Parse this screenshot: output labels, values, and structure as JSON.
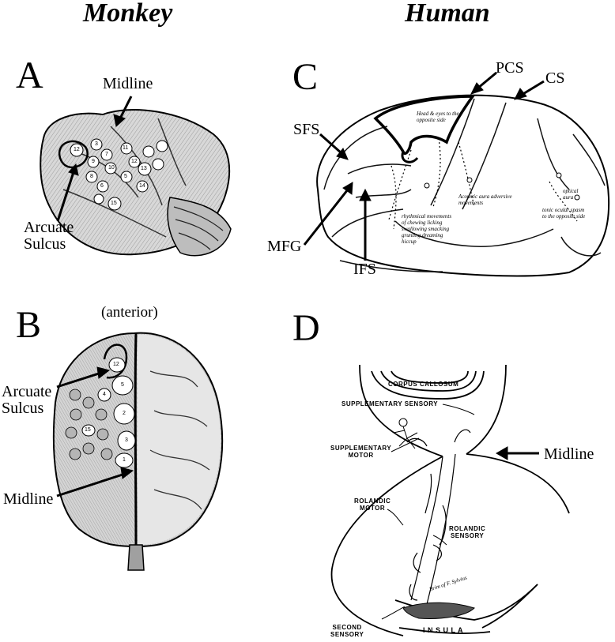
{
  "columns": {
    "left": "Monkey",
    "right": "Human"
  },
  "panels": {
    "A": {
      "letter": "A",
      "labels": {
        "midline": "Midline",
        "arcuate": "Arcuate\nSulcus"
      },
      "area_numbers": [
        "3",
        "5",
        "6",
        "7",
        "8",
        "9",
        "10",
        "11",
        "12",
        "12",
        "13",
        "14",
        "15"
      ]
    },
    "B": {
      "letter": "B",
      "labels": {
        "anterior": "(anterior)",
        "arcuate": "Arcuate\nSulcus",
        "midline": "Midline"
      },
      "area_numbers": [
        "12",
        "5",
        "4",
        "2",
        "3",
        "1",
        "15"
      ]
    },
    "C": {
      "letter": "C",
      "labels": {
        "pcs": "PCS",
        "cs": "CS",
        "sfs": "SFS",
        "mfg": "MFG",
        "ifs": "IFS"
      },
      "notes": [
        "Head & eyes to the opposite side",
        "Acoustic aura adversive movements",
        "tonic ocular spasm to the opposite side",
        "optical aura",
        "rhythmical movements of chewing licking swallowing smacking grunting dreaming hiccup"
      ]
    },
    "D": {
      "letter": "D",
      "labels": {
        "corpus": "CORPUS CALLOSUM",
        "supp_sensory": "SUPPLEMENTARY SENSORY",
        "supp_motor": "SUPPLEMENTARY\nMOTOR",
        "rolandic_motor": "ROLANDIC\nMOTOR",
        "rolandic_sensory": "ROLANDIC\nSENSORY",
        "second_sensory": "SECOND\nSENSORY",
        "insula": "I N S U L A",
        "brim": "Brim of F. Sylvius",
        "midline": "Midline"
      }
    }
  },
  "colors": {
    "ink": "#000000",
    "paper": "#ffffff",
    "shade": "#8a8a8a",
    "tissue": "#cfcfcf"
  }
}
